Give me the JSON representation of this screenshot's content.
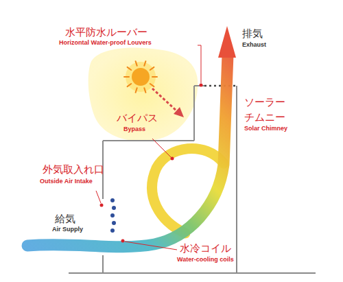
{
  "diagram": {
    "labels": [
      "水平防水ルーバー",
      "Horizontal Water-proof Louvers",
      "排気",
      "Exhaust",
      "ソーラー チムニー",
      "Solar Chimney",
      "バイパス",
      "Bypass",
      "外気取入れ口",
      "Outside Air Intake",
      "給気",
      "Air Supply",
      "水冷コイル",
      "Water-cooling coils"
    ]
  }
}
